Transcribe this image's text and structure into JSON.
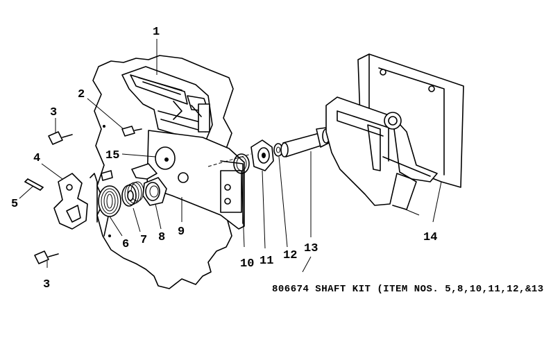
{
  "callouts": {
    "c1": "1",
    "c2": "2",
    "c3a": "3",
    "c3b": "3",
    "c4": "4",
    "c5": "5",
    "c6": "6",
    "c7": "7",
    "c8": "8",
    "c9": "9",
    "c10": "10",
    "c11": "11",
    "c12": "12",
    "c13": "13",
    "c14": "14",
    "c15": "15"
  },
  "kit_note": "806674 SHAFT KIT (ITEM NOS. 5,8,10,11,12,&13)"
}
